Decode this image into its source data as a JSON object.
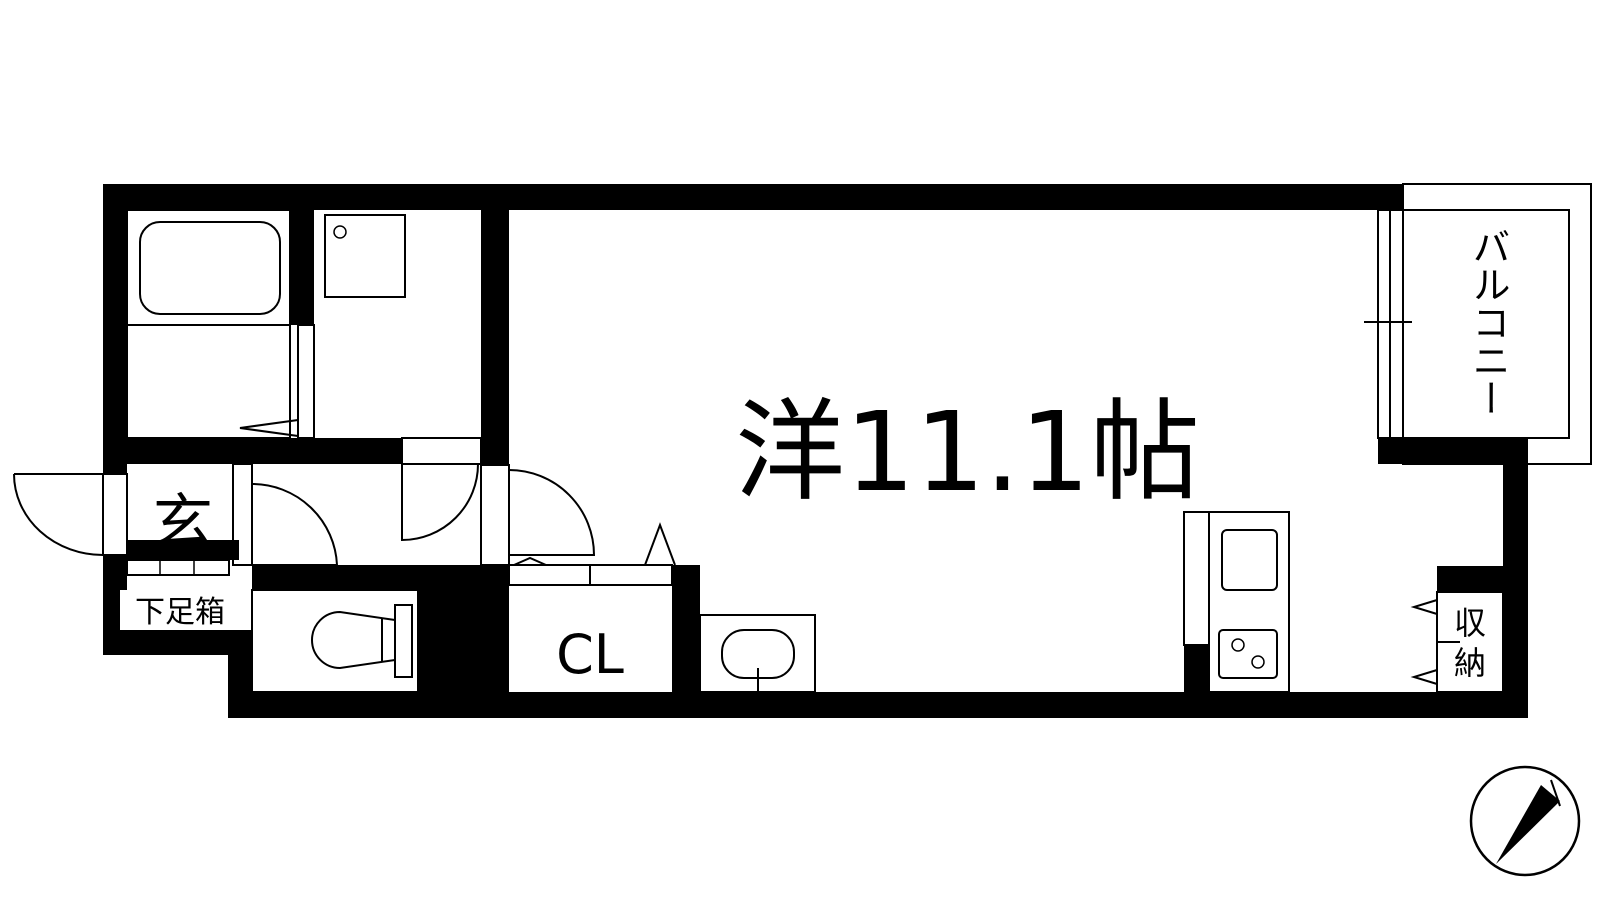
{
  "rooms": {
    "main_room": "洋11.1帖",
    "entrance": "玄",
    "shoe_box": "下足箱",
    "closet": "CL",
    "balcony": "バルコニー",
    "storage_line1": "収",
    "storage_line2": "納"
  },
  "colors": {
    "wall": "#000000",
    "background": "#ffffff"
  },
  "icons": [
    "compass-icon",
    "bathtub-icon",
    "washer-pan-icon",
    "toilet-icon",
    "sink-icon",
    "stove-icon",
    "kitchen-sink-icon"
  ]
}
